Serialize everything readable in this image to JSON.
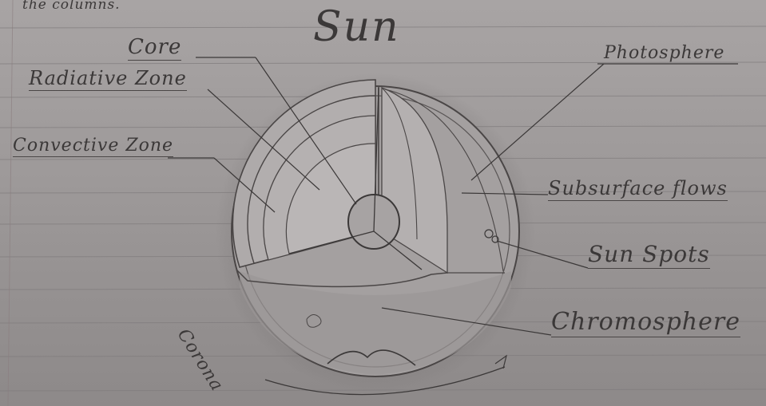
{
  "title": "Sun",
  "top_note": "the columns.",
  "labels": {
    "core": "Core",
    "radiative_zone": "Radiative Zone",
    "convective_zone": "Convective Zone",
    "photosphere": "Photosphere",
    "subsurface_flows": "Subsurface flows",
    "sun_spots": "Sun Spots",
    "chromosphere": "Chromosphere",
    "corona": "Corona"
  },
  "colors": {
    "paper": "#9d9999",
    "rule_line": "#7f7b7c",
    "pencil": "#3b3838",
    "shading": "#6f6b6b"
  }
}
